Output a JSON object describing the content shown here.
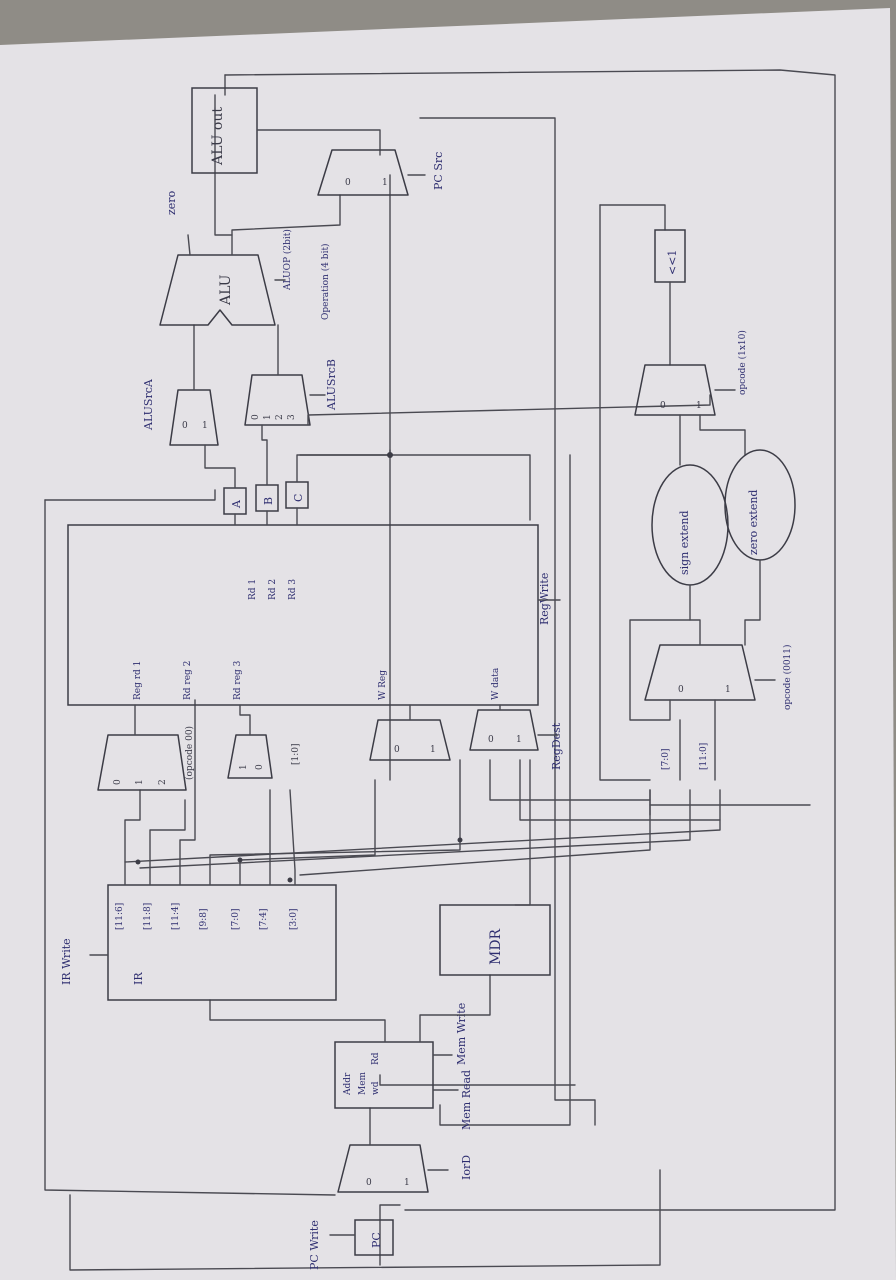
{
  "diagram": {
    "signals": {
      "pc_write": "PC Write",
      "ir_write": "IR Write",
      "mem_read": "Mem Read",
      "mem_write": "Mem Write",
      "iord": "IorD",
      "reg_dest": "RegDest",
      "reg_write": "RegWrite",
      "alu_src_a": "ALUSrcA",
      "alu_src_b": "ALUSrcB",
      "aluop": "ALUOP (2bit)",
      "operation": "Operation (4 bit)",
      "pc_src": "PC Src",
      "zero": "zero",
      "opcode_0011": "opcode (0011)",
      "opcode_1x10": "opcode (1x10)"
    },
    "blocks": {
      "pc": "PC",
      "ir": "IR",
      "mdr": "MDR",
      "mem_addr": "Addr",
      "mem_label": "Mem",
      "mem_rd": "Rd",
      "mem_wd": "wd",
      "reg_a": "A",
      "reg_b": "B",
      "reg_c": "C",
      "alu": "ALU",
      "alu_out": "ALU out",
      "lshift": "<<1",
      "sign_extend": "sign extend",
      "zero_extend": "zero extend"
    },
    "ir_fields": [
      "[11:6]",
      "[11:8]",
      "[11:4]",
      "[9:8]",
      "[7:0]",
      "[7:4]",
      "[3:0]"
    ],
    "regfile": {
      "ports_in": [
        "Reg rd 1",
        "Rd reg 2",
        "Rd reg 3",
        "W Reg",
        "W data"
      ],
      "ports_out": [
        "Rd 1",
        "Rd 2",
        "Rd 3"
      ]
    },
    "imm_fields": [
      "[7:0]",
      "[11:0]"
    ],
    "mux_inputs": {
      "zero": "0",
      "one": "1",
      "two": "2",
      "three": "3"
    },
    "mux_notes": {
      "opcode_00": "(opcode 00)",
      "bits_1": "[1:0]"
    }
  }
}
